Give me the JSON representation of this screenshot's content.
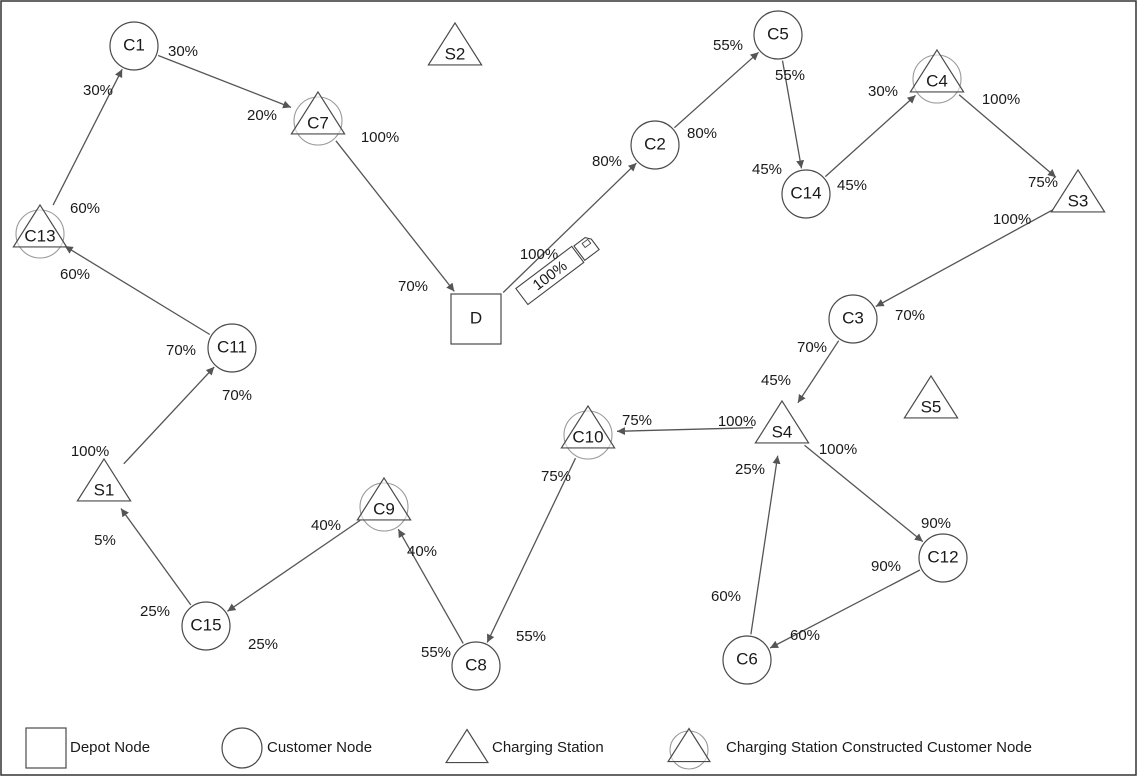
{
  "nodes": [
    {
      "id": "D",
      "label": "D",
      "type": "depot"
    },
    {
      "id": "C1",
      "label": "C1",
      "type": "customer"
    },
    {
      "id": "C2",
      "label": "C2",
      "type": "customer"
    },
    {
      "id": "C3",
      "label": "C3",
      "type": "customer"
    },
    {
      "id": "C4",
      "label": "C4",
      "type": "station_customer"
    },
    {
      "id": "C5",
      "label": "C5",
      "type": "customer"
    },
    {
      "id": "C6",
      "label": "C6",
      "type": "customer"
    },
    {
      "id": "C7",
      "label": "C7",
      "type": "station_customer"
    },
    {
      "id": "C8",
      "label": "C8",
      "type": "customer"
    },
    {
      "id": "C9",
      "label": "C9",
      "type": "station_customer"
    },
    {
      "id": "C10",
      "label": "C10",
      "type": "station_customer"
    },
    {
      "id": "C11",
      "label": "C11",
      "type": "customer"
    },
    {
      "id": "C12",
      "label": "C12",
      "type": "customer"
    },
    {
      "id": "C13",
      "label": "C13",
      "type": "station_customer"
    },
    {
      "id": "C14",
      "label": "C14",
      "type": "customer"
    },
    {
      "id": "C15",
      "label": "C15",
      "type": "customer"
    },
    {
      "id": "S1",
      "label": "S1",
      "type": "station"
    },
    {
      "id": "S2",
      "label": "S2",
      "type": "station"
    },
    {
      "id": "S3",
      "label": "S3",
      "type": "station"
    },
    {
      "id": "S4",
      "label": "S4",
      "type": "station"
    },
    {
      "id": "S5",
      "label": "S5",
      "type": "station"
    }
  ],
  "edges": [
    {
      "from": "D",
      "to": "C2",
      "depart": "100%",
      "arrive": "80%"
    },
    {
      "from": "C2",
      "to": "C5",
      "depart": "80%",
      "arrive": "55%"
    },
    {
      "from": "C5",
      "to": "C14",
      "depart": "55%",
      "arrive": "45%"
    },
    {
      "from": "C14",
      "to": "C4",
      "depart": "45%",
      "arrive": "30%"
    },
    {
      "from": "C4",
      "to": "S3",
      "depart": "100%",
      "arrive": "75%"
    },
    {
      "from": "S3",
      "to": "C3",
      "depart": "100%",
      "arrive": "70%"
    },
    {
      "from": "C3",
      "to": "S4",
      "depart": "70%",
      "arrive": "45%"
    },
    {
      "from": "S4",
      "to": "C12",
      "depart": "100%",
      "arrive": "90%"
    },
    {
      "from": "C12",
      "to": "C6",
      "depart": "90%",
      "arrive": "60%"
    },
    {
      "from": "C6",
      "to": "S4",
      "depart": "60%",
      "arrive": "25%"
    },
    {
      "from": "S4",
      "to": "C10",
      "depart": "100%",
      "arrive": "75%"
    },
    {
      "from": "C10",
      "to": "C8",
      "depart": "75%",
      "arrive": "55%"
    },
    {
      "from": "C8",
      "to": "C9",
      "depart": "55%",
      "arrive": "40%"
    },
    {
      "from": "C9",
      "to": "C15",
      "depart": "40%",
      "arrive": "25%"
    },
    {
      "from": "C15",
      "to": "S1",
      "depart": "25%",
      "arrive": "5%"
    },
    {
      "from": "S1",
      "to": "C11",
      "depart": "100%",
      "arrive": "70%"
    },
    {
      "from": "C11",
      "to": "C13",
      "depart": "70%",
      "arrive": "60%"
    },
    {
      "from": "C13",
      "to": "C1",
      "depart": "60%",
      "arrive": "30%"
    },
    {
      "from": "C1",
      "to": "C7",
      "depart": "30%",
      "arrive": "20%"
    },
    {
      "from": "C7",
      "to": "D",
      "depart": "100%",
      "arrive": "70%"
    }
  ],
  "vehicle": {
    "icon": "truck-icon",
    "battery_label": "100%"
  },
  "legend": [
    {
      "key": "depot",
      "label": "Depot Node"
    },
    {
      "key": "customer",
      "label": "Customer Node"
    },
    {
      "key": "station",
      "label": "Charging Station"
    },
    {
      "key": "station_customer",
      "label": "Charging Station Constructed Customer Node"
    }
  ]
}
